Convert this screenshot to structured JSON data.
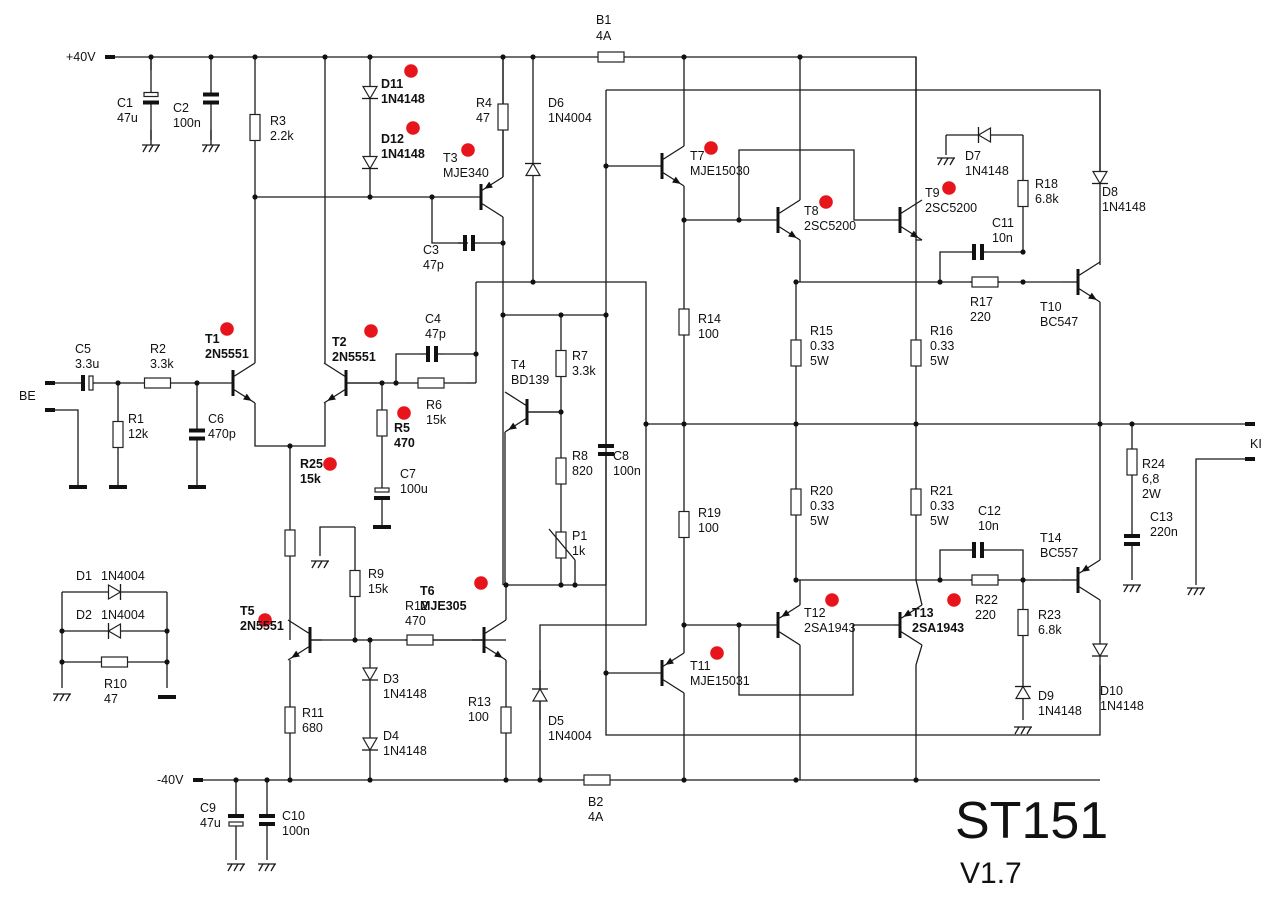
{
  "title": "ST151",
  "version": "V1.7",
  "rails": {
    "positive": "+40V",
    "negative": "-40V"
  },
  "ports": {
    "input": "BE",
    "output": "KI"
  },
  "marker_color": "#e8141c",
  "components": {
    "C1": {
      "ref": "C1",
      "value": "47u"
    },
    "C2": {
      "ref": "C2",
      "value": "100n"
    },
    "C3": {
      "ref": "C3",
      "value": "47p"
    },
    "C4": {
      "ref": "C4",
      "value": "47p"
    },
    "C5": {
      "ref": "C5",
      "value": "3.3u"
    },
    "C6": {
      "ref": "C6",
      "value": "470p"
    },
    "C7": {
      "ref": "C7",
      "value": "100u"
    },
    "C8": {
      "ref": "C8",
      "value": "100n"
    },
    "C9": {
      "ref": "C9",
      "value": "47u"
    },
    "C10": {
      "ref": "C10",
      "value": "100n"
    },
    "C11": {
      "ref": "C11",
      "value": "10n"
    },
    "C12": {
      "ref": "C12",
      "value": "10n"
    },
    "C13": {
      "ref": "C13",
      "value": "220n"
    },
    "R1": {
      "ref": "R1",
      "value": "12k"
    },
    "R2": {
      "ref": "R2",
      "value": "3.3k"
    },
    "R3": {
      "ref": "R3",
      "value": "2.2k"
    },
    "R4": {
      "ref": "R4",
      "value": "47"
    },
    "R5": {
      "ref": "R5",
      "value": "470"
    },
    "R6": {
      "ref": "R6",
      "value": "15k"
    },
    "R7": {
      "ref": "R7",
      "value": "3.3k"
    },
    "R8": {
      "ref": "R8",
      "value": "820"
    },
    "R9": {
      "ref": "R9",
      "value": "15k"
    },
    "R10": {
      "ref": "R10",
      "value": "47"
    },
    "R11": {
      "ref": "R11",
      "value": "680"
    },
    "R12": {
      "ref": "R12",
      "value": "470"
    },
    "R13": {
      "ref": "R13",
      "value": "100"
    },
    "R14": {
      "ref": "R14",
      "value": "100"
    },
    "R15": {
      "ref": "R15",
      "value": "0.33",
      "power": "5W"
    },
    "R16": {
      "ref": "R16",
      "value": "0.33",
      "power": "5W"
    },
    "R17": {
      "ref": "R17",
      "value": "220"
    },
    "R18": {
      "ref": "R18",
      "value": "6.8k"
    },
    "R19": {
      "ref": "R19",
      "value": "100"
    },
    "R20": {
      "ref": "R20",
      "value": "0.33",
      "power": "5W"
    },
    "R21": {
      "ref": "R21",
      "value": "0.33",
      "power": "5W"
    },
    "R22": {
      "ref": "R22",
      "value": "220"
    },
    "R23": {
      "ref": "R23",
      "value": "6.8k"
    },
    "R24": {
      "ref": "R24",
      "value": "6,8",
      "power": "2W"
    },
    "R25": {
      "ref": "R25",
      "value": "15k"
    },
    "P1": {
      "ref": "P1",
      "value": "1k"
    },
    "D1": {
      "ref": "D1",
      "value": "1N4004"
    },
    "D2": {
      "ref": "D2",
      "value": "1N4004"
    },
    "D3": {
      "ref": "D3",
      "value": "1N4148"
    },
    "D4": {
      "ref": "D4",
      "value": "1N4148"
    },
    "D5": {
      "ref": "D5",
      "value": "1N4004"
    },
    "D6": {
      "ref": "D6",
      "value": "1N4004"
    },
    "D7": {
      "ref": "D7",
      "value": "1N4148"
    },
    "D8": {
      "ref": "D8",
      "value": "1N4148"
    },
    "D9": {
      "ref": "D9",
      "value": "1N4148"
    },
    "D10": {
      "ref": "D10",
      "value": "1N4148"
    },
    "D11": {
      "ref": "D11",
      "value": "1N4148"
    },
    "D12": {
      "ref": "D12",
      "value": "1N4148"
    },
    "T1": {
      "ref": "T1",
      "value": "2N5551"
    },
    "T2": {
      "ref": "T2",
      "value": "2N5551"
    },
    "T3": {
      "ref": "T3",
      "value": "MJE340"
    },
    "T4": {
      "ref": "T4",
      "value": "BD139"
    },
    "T5": {
      "ref": "T5",
      "value": "2N5551"
    },
    "T6": {
      "ref": "T6",
      "value": "MJE305"
    },
    "T7": {
      "ref": "T7",
      "value": "MJE15030"
    },
    "T8": {
      "ref": "T8",
      "value": "2SC5200"
    },
    "T9": {
      "ref": "T9",
      "value": "2SC5200"
    },
    "T10": {
      "ref": "T10",
      "value": "BC547"
    },
    "T11": {
      "ref": "T11",
      "value": "MJE15031"
    },
    "T12": {
      "ref": "T12",
      "value": "2SA1943"
    },
    "T13": {
      "ref": "T13",
      "value": "2SA1943"
    },
    "T14": {
      "ref": "T14",
      "value": "BC557"
    },
    "B1": {
      "ref": "B1",
      "value": "4A"
    },
    "B2": {
      "ref": "B2",
      "value": "4A"
    }
  },
  "marked_components": [
    "D11",
    "D12",
    "T3",
    "T1",
    "T2",
    "R5",
    "R25",
    "T5",
    "T6",
    "T7",
    "T8",
    "T9",
    "T11",
    "T12",
    "T13"
  ]
}
